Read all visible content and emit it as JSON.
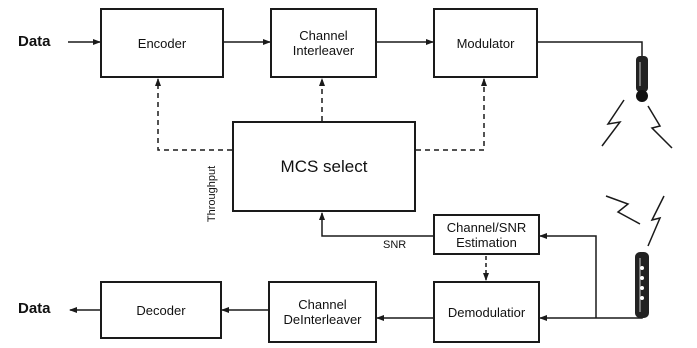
{
  "io": {
    "input_label": "Data",
    "output_label": "Data"
  },
  "blocks": {
    "encoder": "Encoder",
    "channel_interleaver": "Channel\nInterleaver",
    "modulator": "Modulator",
    "mcs_select": "MCS select",
    "channel_snr_estimation": "Channel/SNR\nEstimation",
    "demodulator": "Demodulatior",
    "channel_deinterleaver": "Channel\nDeInterleaver",
    "decoder": "Decoder"
  },
  "annotations": {
    "throughput": "Throughput",
    "snr": "SNR"
  }
}
